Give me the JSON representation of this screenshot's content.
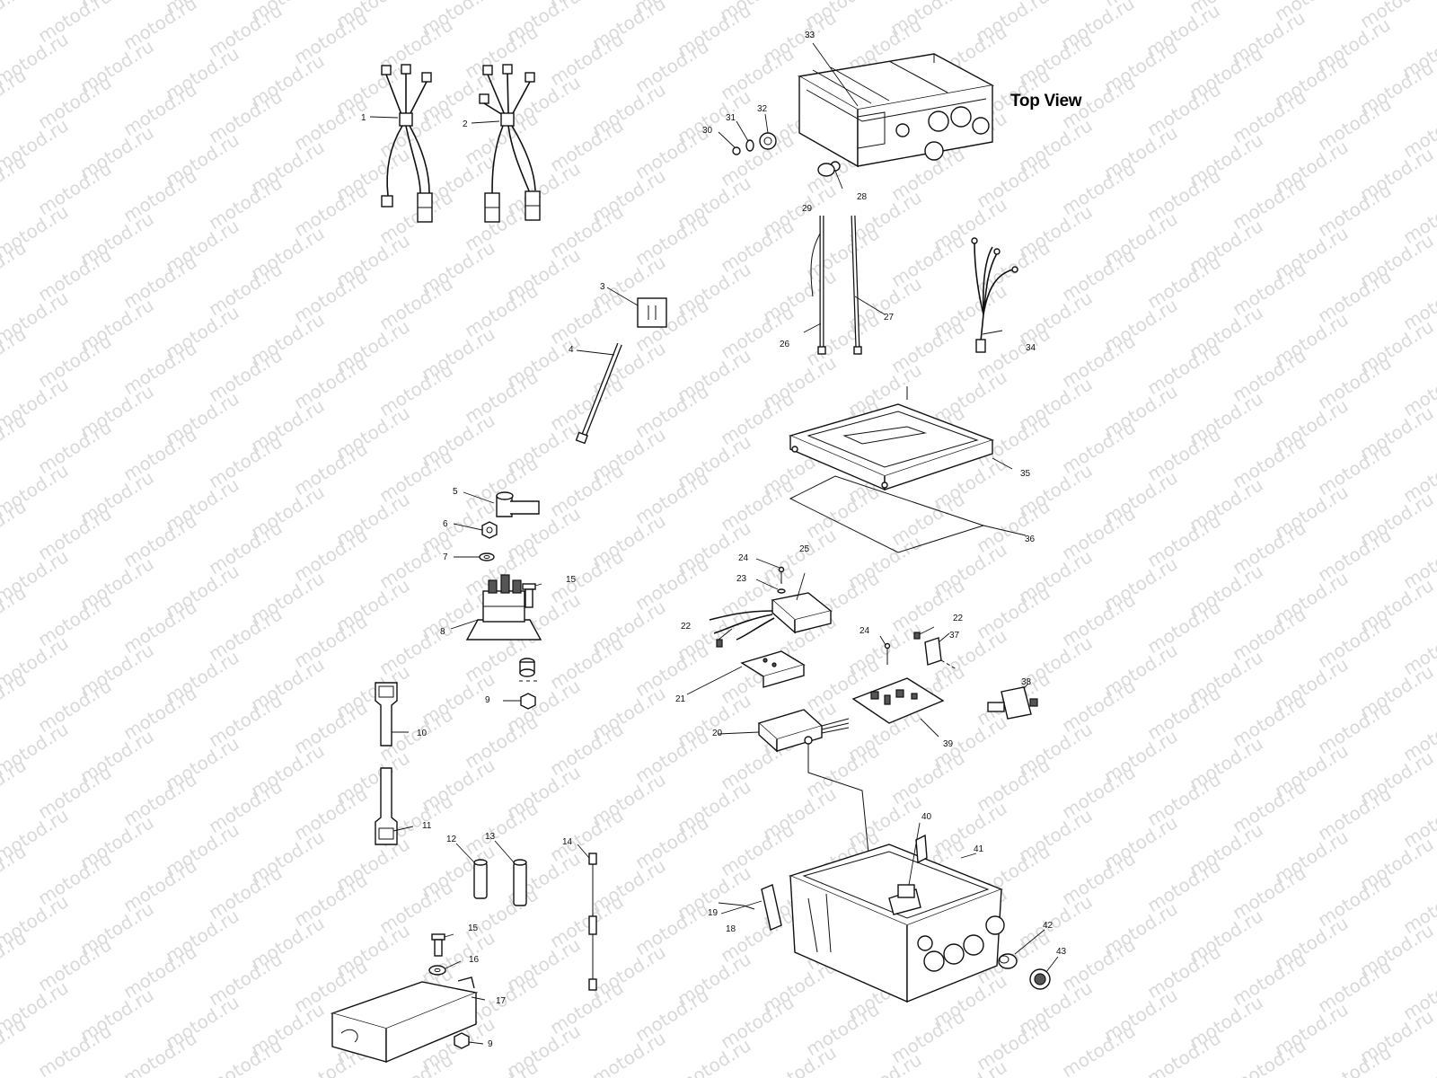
{
  "view_label": "Top View",
  "watermark": "motod.ru",
  "callouts": [
    "1",
    "2",
    "3",
    "4",
    "5",
    "6",
    "7",
    "8",
    "9",
    "10",
    "11",
    "12",
    "13",
    "14",
    "15",
    "16",
    "17",
    "18",
    "19",
    "20",
    "21",
    "22",
    "23",
    "24",
    "25",
    "26",
    "27",
    "28",
    "29",
    "30",
    "31",
    "32",
    "33",
    "34",
    "35",
    "36",
    "37",
    "38",
    "39",
    "40",
    "41",
    "42",
    "43"
  ],
  "repeated_callouts": [
    "15",
    "9",
    "22",
    "24"
  ]
}
